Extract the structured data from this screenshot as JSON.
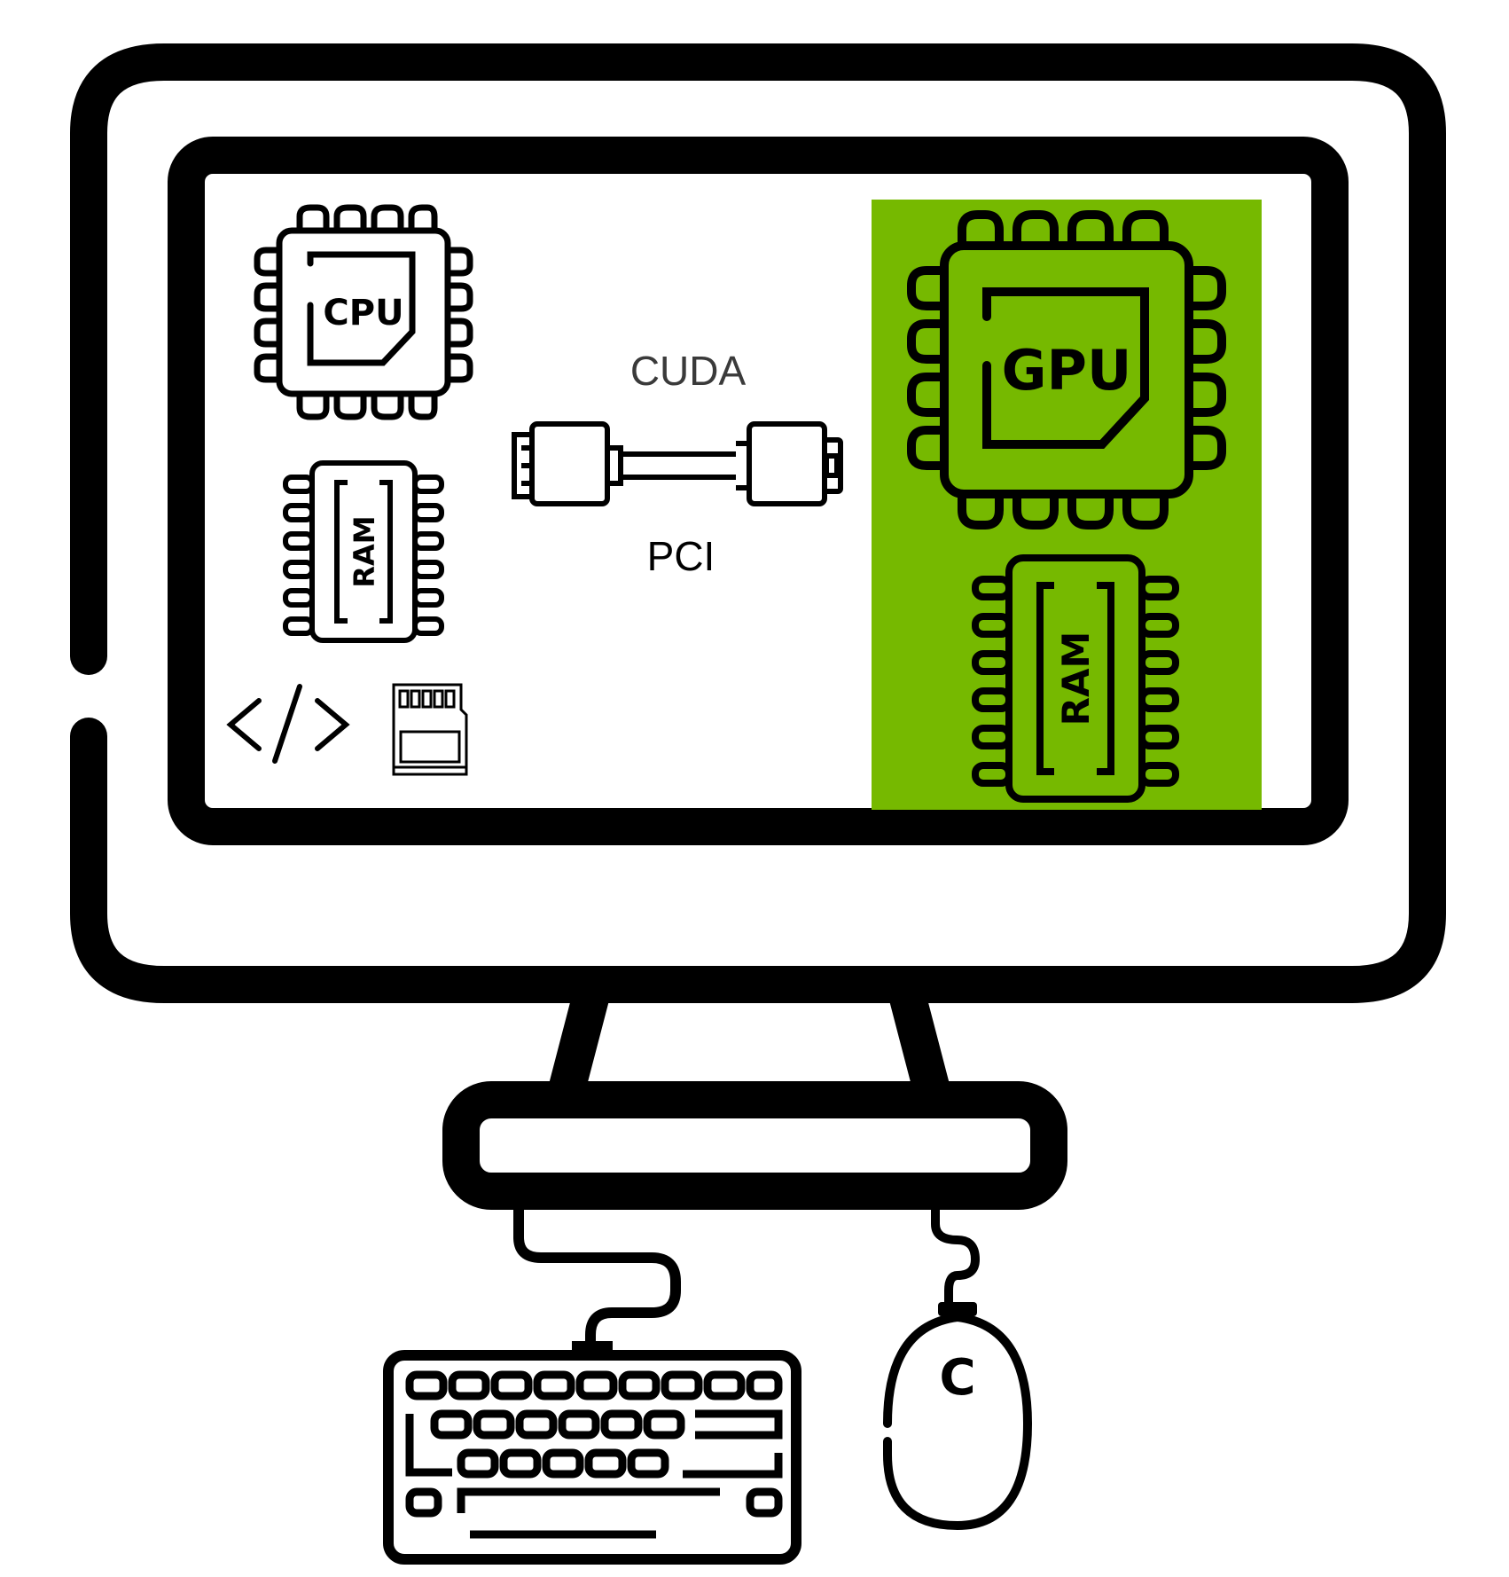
{
  "diagram": {
    "labels": {
      "cuda": "CUDA",
      "pci": "PCI"
    },
    "chips": {
      "cpu": "CPU",
      "host_ram": "RAM",
      "gpu": "GPU",
      "device_ram": "RAM",
      "mouse_button": "C"
    },
    "colors": {
      "device_panel": "#76B900",
      "outline": "#000000",
      "label_text": "#3a3a3a"
    },
    "icons": [
      "monitor-icon",
      "cpu-icon",
      "ram-icon",
      "code-icon",
      "sd-card-icon",
      "cable-icon",
      "gpu-icon",
      "keyboard-icon",
      "mouse-icon"
    ]
  }
}
